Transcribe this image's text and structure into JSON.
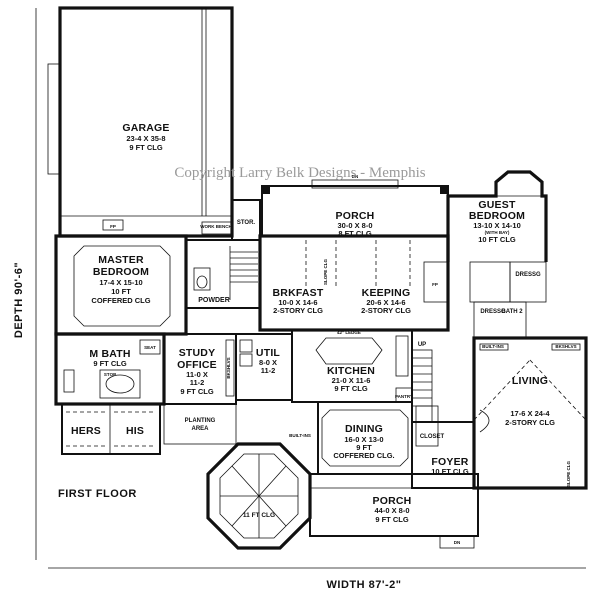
{
  "watermark": "Copyright Larry Belk Designs - Memphis",
  "plan_title": "FIRST FLOOR",
  "dimensions": {
    "depth": "DEPTH 90'-6\"",
    "width": "WIDTH 87'-2\""
  },
  "rooms": {
    "garage": {
      "name": "GARAGE",
      "lines": [
        "23-4 X 35-8",
        "9 FT CLG"
      ]
    },
    "porch_rear": {
      "name": "PORCH",
      "lines": [
        "30-0 X 8-0",
        "8 FT CLG"
      ]
    },
    "guest_bedroom": {
      "name": "GUEST",
      "name2": "BEDROOM",
      "lines": [
        "13-10 X 14-10",
        "(WITH BAY)",
        "10 FT CLG"
      ]
    },
    "master_bedroom": {
      "name": "MASTER",
      "name2": "BEDROOM",
      "lines": [
        "17-4 X 15-10",
        "10 FT",
        "COFFERED CLG"
      ]
    },
    "brkfast": {
      "name": "BRKFAST",
      "lines": [
        "10-0 X 14-6",
        "2-STORY CLG"
      ]
    },
    "keeping": {
      "name": "KEEPING",
      "lines": [
        "20-6 X 14-6",
        "2-STORY CLG"
      ]
    },
    "master_bath": {
      "name": "M BATH",
      "lines": [
        "9 FT CLG"
      ]
    },
    "study": {
      "name": "STUDY",
      "name2": "OFFICE",
      "lines": [
        "11-0 X",
        "11-2",
        "9 FT CLG"
      ]
    },
    "util": {
      "name": "UTIL",
      "lines": [
        "8-0 X",
        "11-2"
      ]
    },
    "kitchen": {
      "name": "KITCHEN",
      "lines": [
        "21-0 X 11-6",
        "9 FT CLG"
      ]
    },
    "living": {
      "name": "LIVING",
      "lines": [
        "17-6 X 24-4",
        "2-STORY CLG"
      ]
    },
    "dining": {
      "name": "DINING",
      "lines": [
        "16-0 X 13-0",
        "9 FT",
        "COFFERED CLG."
      ]
    },
    "foyer": {
      "name": "FOYER",
      "lines": [
        "10 FT CLG"
      ]
    },
    "porch_front": {
      "name": "PORCH",
      "lines": [
        "44-0 X 8-0",
        "9 FT CLG"
      ]
    },
    "hers": {
      "name": "HERS"
    },
    "his": {
      "name": "HIS"
    },
    "planting": {
      "lines": [
        "PLANTING",
        "AREA"
      ]
    },
    "powder": {
      "name": "POWDER"
    },
    "gazebo": {
      "lines": [
        "11 FT CLG"
      ]
    },
    "closet": {
      "name": "CLOSET"
    },
    "pantry": {
      "name": "PANTRY"
    },
    "dressg1": {
      "name": "DRESSG"
    },
    "dressg2": {
      "name": "DRESSG"
    },
    "stor": {
      "name": "STOR."
    }
  },
  "small_labels": {
    "work_bench": "WORK BENCH",
    "bath2": "BATH 2",
    "ledge": "42\" LEDGE",
    "builtins": "BUILT-INS",
    "bkshlvs": "BKSHLVS",
    "slope_clg": "SLOPE CLG",
    "seat": "SEAT",
    "stop": "STOP",
    "fp": "FP",
    "dn": "DN",
    "up": "UP",
    "bkshlvs_r": "BKSHLVS",
    "builtins_r": "BUILT-INS",
    "slope_clg_r": "SLOPE CLG"
  }
}
